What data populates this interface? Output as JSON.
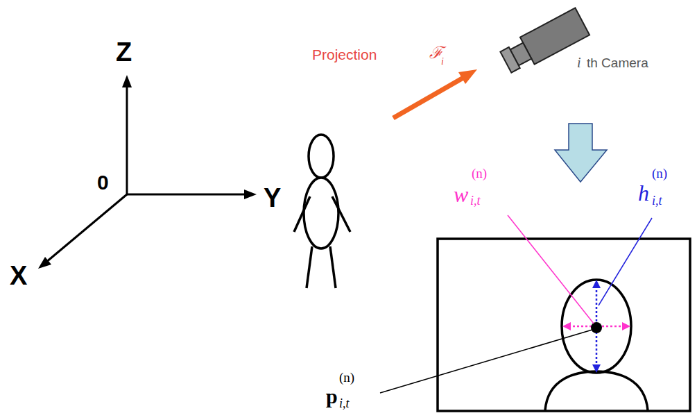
{
  "diagram": {
    "labels": [
      "Z",
      "0",
      "Y",
      "X",
      "Projection",
      "ℱ",
      "i",
      "i",
      "th Camera",
      "w",
      "(n)",
      "i,t",
      "h",
      "(n)",
      "i,t",
      "p",
      "(n)",
      "i,t"
    ]
  }
}
